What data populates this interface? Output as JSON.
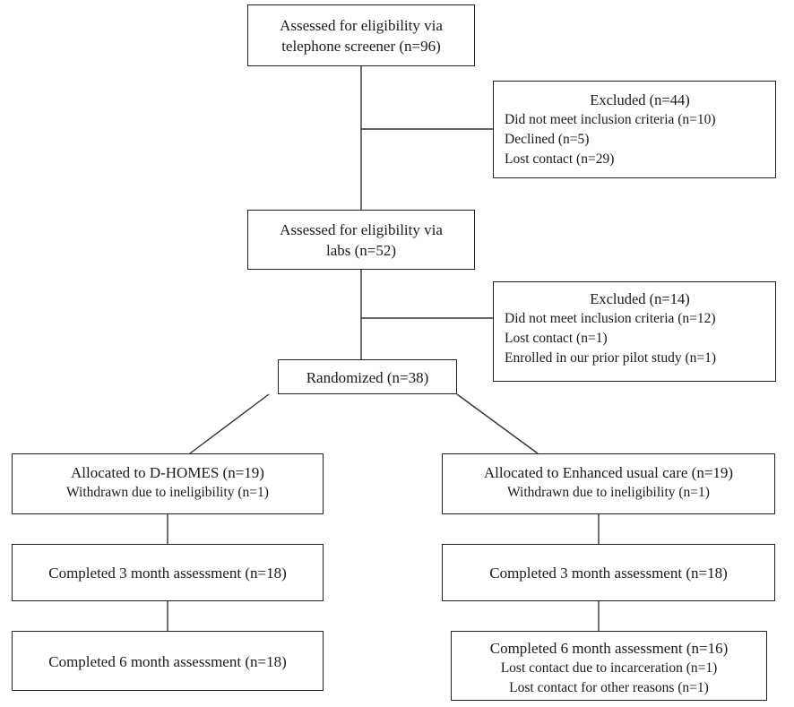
{
  "screening": {
    "line1": "Assessed for eligibility via",
    "line2": "telephone screener (n=96)"
  },
  "excluded1": {
    "title": "Excluded (n=44)",
    "items": [
      "Did not meet inclusion criteria (n=10)",
      "Declined (n=5)",
      "Lost contact (n=29)"
    ]
  },
  "labs": {
    "line1": "Assessed for eligibility via",
    "line2": "labs (n=52)"
  },
  "excluded2": {
    "title": "Excluded (n=14)",
    "items": [
      "Did not meet inclusion criteria (n=12)",
      "Lost contact (n=1)",
      "Enrolled in our prior pilot study (n=1)"
    ]
  },
  "randomized": {
    "label": "Randomized (n=38)"
  },
  "left_arm": {
    "allocated": "Allocated to D-HOMES (n=19)",
    "withdrawn": "Withdrawn due to ineligibility (n=1)",
    "month3": "Completed 3 month assessment (n=18)",
    "month6": "Completed 6 month assessment (n=18)"
  },
  "right_arm": {
    "allocated": "Allocated to Enhanced usual care (n=19)",
    "withdrawn": "Withdrawn due to ineligibility (n=1)",
    "month3": "Completed 3 month assessment (n=18)",
    "month6": "Completed 6 month assessment (n=16)",
    "lost1": "Lost contact due to incarceration (n=1)",
    "lost2": "Lost contact for other reasons (n=1)"
  }
}
